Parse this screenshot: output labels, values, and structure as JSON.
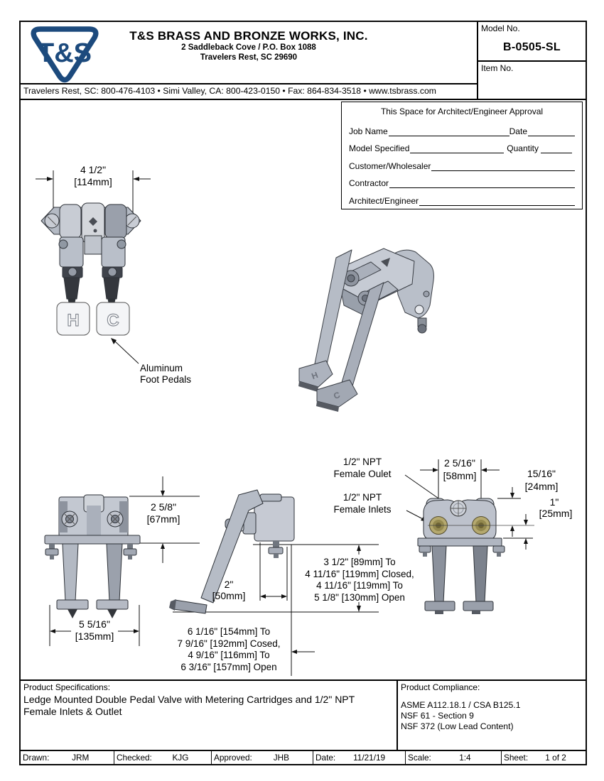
{
  "header": {
    "logo_text": "T&S",
    "company": "T&S BRASS AND BRONZE WORKS, INC.",
    "address1": "2 Saddleback Cove / P.O. Box 1088",
    "address2": "Travelers Rest, SC  29690",
    "contact": "Travelers Rest, SC: 800-476-4103 • Simi Valley, CA: 800-423-0150 • Fax: 864-834-3518 • www.tsbrass.com",
    "model_label": "Model No.",
    "model_value": "B-0505-SL",
    "item_label": "Item No."
  },
  "approval": {
    "title": "This Space for Architect/Engineer Approval",
    "row1_label": "Job Name",
    "row1_label2": "Date",
    "row2_label": "Model Specified",
    "row2_label2": "Quantity",
    "row3_label": "Customer/Wholesaler",
    "row4_label": "Contractor",
    "row5_label": "Architect/Engineer"
  },
  "drawings": {
    "front_top": {
      "dim_in": "4 1/2\"",
      "dim_mm": "[114mm]",
      "pedal_left": "H",
      "pedal_right": "C",
      "note1": "Aluminum",
      "note2": "Foot Pedals"
    },
    "iso": {
      "pedal_left": "H",
      "pedal_right": "C"
    },
    "front_bottom": {
      "h_in": "2 5/8\"",
      "h_mm": "[67mm]",
      "w_in": "5 5/16\"",
      "w_mm": "[135mm]"
    },
    "side": {
      "d_in": "2\"",
      "d_mm": "[50mm]",
      "travel1": "6 1/16\" [154mm] To",
      "travel2": "7 9/16\" [192mm] Cosed,",
      "travel3": "4 9/16\" [116mm] To",
      "travel4": "6 3/16\" [157mm] Open"
    },
    "rear": {
      "outlet1": "1/2\" NPT",
      "outlet2": "Female Oulet",
      "inlet1": "1/2\" NPT",
      "inlet2": "Female Inlets",
      "w_in": "2 5/16\"",
      "w_mm": "[58mm]",
      "r1_in": "15/16\"",
      "r1_mm": "[24mm]",
      "r2_in": "1\"",
      "r2_mm": "[25mm]",
      "height1": "3 1/2\" [89mm] To",
      "height2": "4 11/16\" [119mm] Closed,",
      "height3": "4 11/16\" [119mm] To",
      "height4": "5 1/8\" [130mm] Open"
    }
  },
  "specs": {
    "title": "Product Specifications:",
    "body": "Ledge Mounted Double Pedal Valve with Metering Cartridges and 1/2\" NPT Female Inlets & Outlet"
  },
  "compliance": {
    "title": "Product Compliance:",
    "item1": "ASME A112.18.1 / CSA B125.1",
    "item2": "NSF 61 - Section 9",
    "item3": "NSF 372 (Low Lead Content)"
  },
  "titleblock": {
    "drawn_label": "Drawn:",
    "drawn": "JRM",
    "checked_label": "Checked:",
    "checked": "KJG",
    "approved_label": "Approved:",
    "approved": "JHB",
    "date_label": "Date:",
    "date": "11/21/19",
    "scale_label": "Scale:",
    "scale": "1:4",
    "sheet_label": "Sheet:",
    "sheet": "1  of  2"
  },
  "colors": {
    "logo_navy": "#1c4a7d",
    "brass": "#b5a96f"
  }
}
